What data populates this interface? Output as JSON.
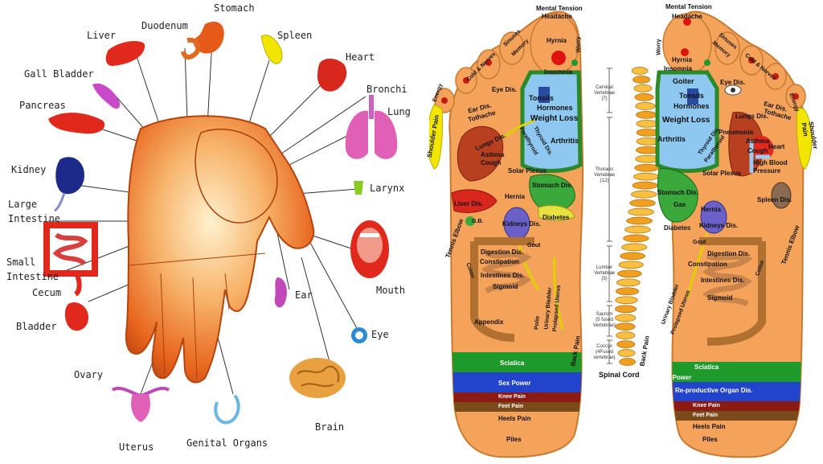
{
  "hand": {
    "labels": {
      "stomach": "Stomach",
      "duodenum": "Duodenum",
      "liver": "Liver",
      "spleen": "Spleen",
      "heart": "Heart",
      "gall_bladder": "Gall Bladder",
      "bronchi": "Bronchi",
      "lung": "Lung",
      "pancreas": "Pancreas",
      "kidney": "Kidney",
      "larynx": "Larynx",
      "large_intestine_1": "Large",
      "large_intestine_2": "Intestine",
      "small_intestine_1": "Small",
      "small_intestine_2": "Intestine",
      "mouth": "Mouth",
      "cecum": "Cecum",
      "ear": "Ear",
      "bladder": "Bladder",
      "eye": "Eye",
      "ovary": "Ovary",
      "uterus": "Uterus",
      "genital_organs": "Genital Organs",
      "brain": "Brain"
    }
  },
  "spine": {
    "cervical": [
      "Cervical",
      "Vertebrae",
      "(7)"
    ],
    "thoracic": [
      "Thoracic",
      "Vertebrae",
      "(12)"
    ],
    "lumbar": [
      "Lumber",
      "Vertebrae",
      "(5)"
    ],
    "sacrum": [
      "Sacrum",
      "(5 fused",
      "Vertebrae)"
    ],
    "coccyx": [
      "Coccyx",
      "(4Fused",
      "vertebrae)"
    ],
    "title": "Spinal Cord"
  },
  "left_foot": {
    "mental_tension": "Mental Tension",
    "headache": "Headache",
    "hyrnia": "Hyrnia",
    "insomnia": "Insomnia",
    "sinuses": "Sinuses",
    "memory": "Memory",
    "worry": "Worry",
    "cold_nerves": "Cold & Nerves",
    "energy": "Energy",
    "eye_dis": "Eye Dis.",
    "ear_dis": "Ear Dis.",
    "tothache": "Tothache",
    "tonsils": "Tonsils",
    "hormones": "Hormones",
    "weight_loss": "Weight Loss",
    "arthritis": "Arthritis",
    "thyroid": "Thyroid Dis.",
    "parathyroid": "Parathyroid",
    "lungs_dis": "Lungs Dis.",
    "asthma": "Asthma",
    "cough": "Cough",
    "shoulder_pain": "Shoulder Pain",
    "solar_plexus": "Solar Plexus",
    "stomach_dis": "Stomach Dis.",
    "liver_dis": "Liver Dis.",
    "hernia": "Hernia",
    "gb": "G.B.",
    "kidneys_dis": "Kidneys Dis.",
    "diabetes": "Diabetes",
    "gout": "Gout",
    "tennis_elbow": "Tennis Elbow",
    "digestion_dis": "Digestion Dis.",
    "constipation": "Constipation",
    "colon": "Colon",
    "intestines_dis": "Intestines Dis.",
    "sigmoid": "Sigmoid",
    "appendix": "Appendix",
    "polio": "Polio",
    "urinary_bladder": "Urinary Bladder",
    "prolapsed_uterus": "Prolapsed Uterus",
    "back_pain": "Back Pain",
    "sciatica": "Sciatica",
    "sex_power": "Sex Power",
    "knee_pain": "Knee Pain",
    "feet_pain": "Feet Pain",
    "heels_pain": "Heels Pain",
    "piles": "Piles"
  },
  "right_foot": {
    "mental_tension": "Mental Tension",
    "headache": "Headache",
    "hyrnia": "Hyrnia",
    "insomnia": "Insomnia",
    "sinuses": "Sinuses",
    "memory": "Memory",
    "worry": "Worry",
    "cold_nerves": "Cold & Nerves",
    "energy": "Energy",
    "goiter": "Goiter",
    "eye_dis": "Eye Dis.",
    "ear_dis": "Ear Dis.",
    "tothache": "Tothache",
    "tonsils": "Tonsils",
    "hormones": "Hormones",
    "weight_loss": "Weight Loss",
    "arthritis": "Arthritis",
    "thyroid": "Thyroid Dis.",
    "parathyroid": "Parathyroid",
    "lungs_dis": "Lungs Dis.",
    "pneumonia": "Pneumonia",
    "asthma": "Asthma",
    "cough": "Cough",
    "heart": "Heart",
    "high_blood": "High Blood",
    "pressure": "Pressure",
    "shoulder_pain": "Shoulder Pain",
    "solar_plexus": "Solar Plexus",
    "stomach_dis": "Stomach Dis.",
    "gas": "Gas",
    "spleen_dis": "Spleen Dis.",
    "hernia": "Hernia",
    "kidneys_dis": "Kidneys Dis.",
    "diabetes": "Diabetes",
    "gout": "Gout",
    "tennis_elbow": "Tennis Elbow",
    "digestion_dis": "Digestion Dis.",
    "constipation": "Constipation",
    "colon": "Colon",
    "intestines_dis": "Intestines Dis.",
    "sigmoid": "Sigmoid",
    "urinary_bladder": "Urinary Bladder",
    "prolapsed_uterus": "Prolapsed Uterus",
    "back_pain": "Back Pain",
    "sciatica": "Sciatica",
    "sex_power": "Sex Power",
    "reproductive": "Re-productive Organ Dis.",
    "knee_pain": "Knee Pain",
    "feet_pain": "Feet Pain",
    "heels_pain": "Heels Pain",
    "piles": "Piles"
  },
  "colors": {
    "foot_fill": "#f5a35a",
    "sciatica": "#1e9a2a",
    "sex_power": "#2244cc",
    "knee_pain": "#8b1a14",
    "feet_pain": "#7a4a1a",
    "hormone_zone": "#8ec8f0",
    "stomach_zone": "#3aa83a",
    "liver": "#d8281e"
  }
}
